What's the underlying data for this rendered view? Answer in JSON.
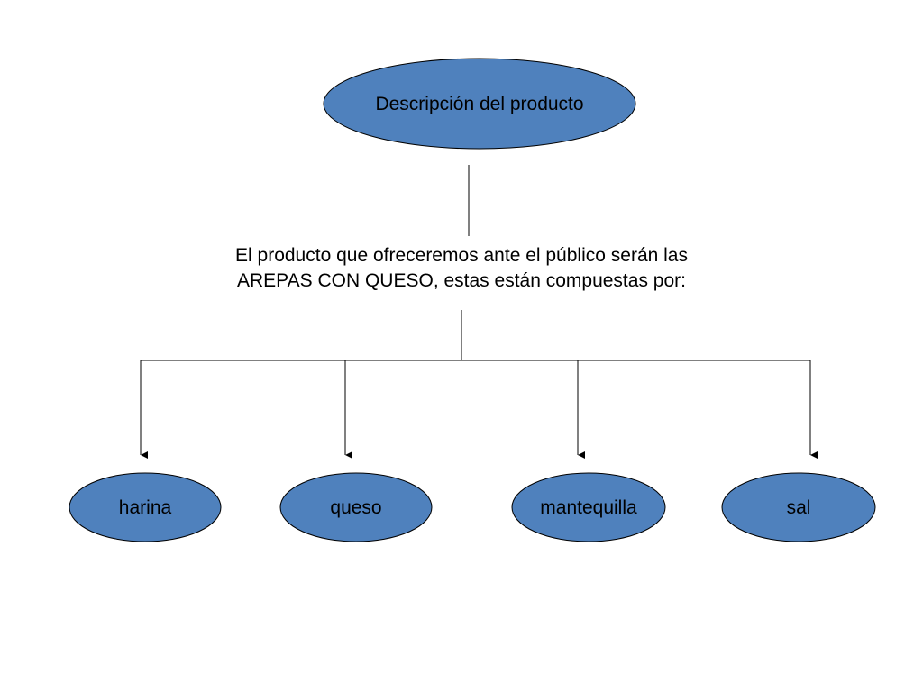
{
  "colors": {
    "node_fill": "#4f81bd",
    "node_stroke": "#000000",
    "line": "#000000"
  },
  "root": {
    "label": "Descripción del producto"
  },
  "description": {
    "line1": "El producto que ofreceremos ante el público serán las",
    "line2": "AREPAS CON QUESO, estas están compuestas por:"
  },
  "ingredients": [
    {
      "label": "harina"
    },
    {
      "label": "queso"
    },
    {
      "label": "mantequilla"
    },
    {
      "label": "sal"
    }
  ]
}
